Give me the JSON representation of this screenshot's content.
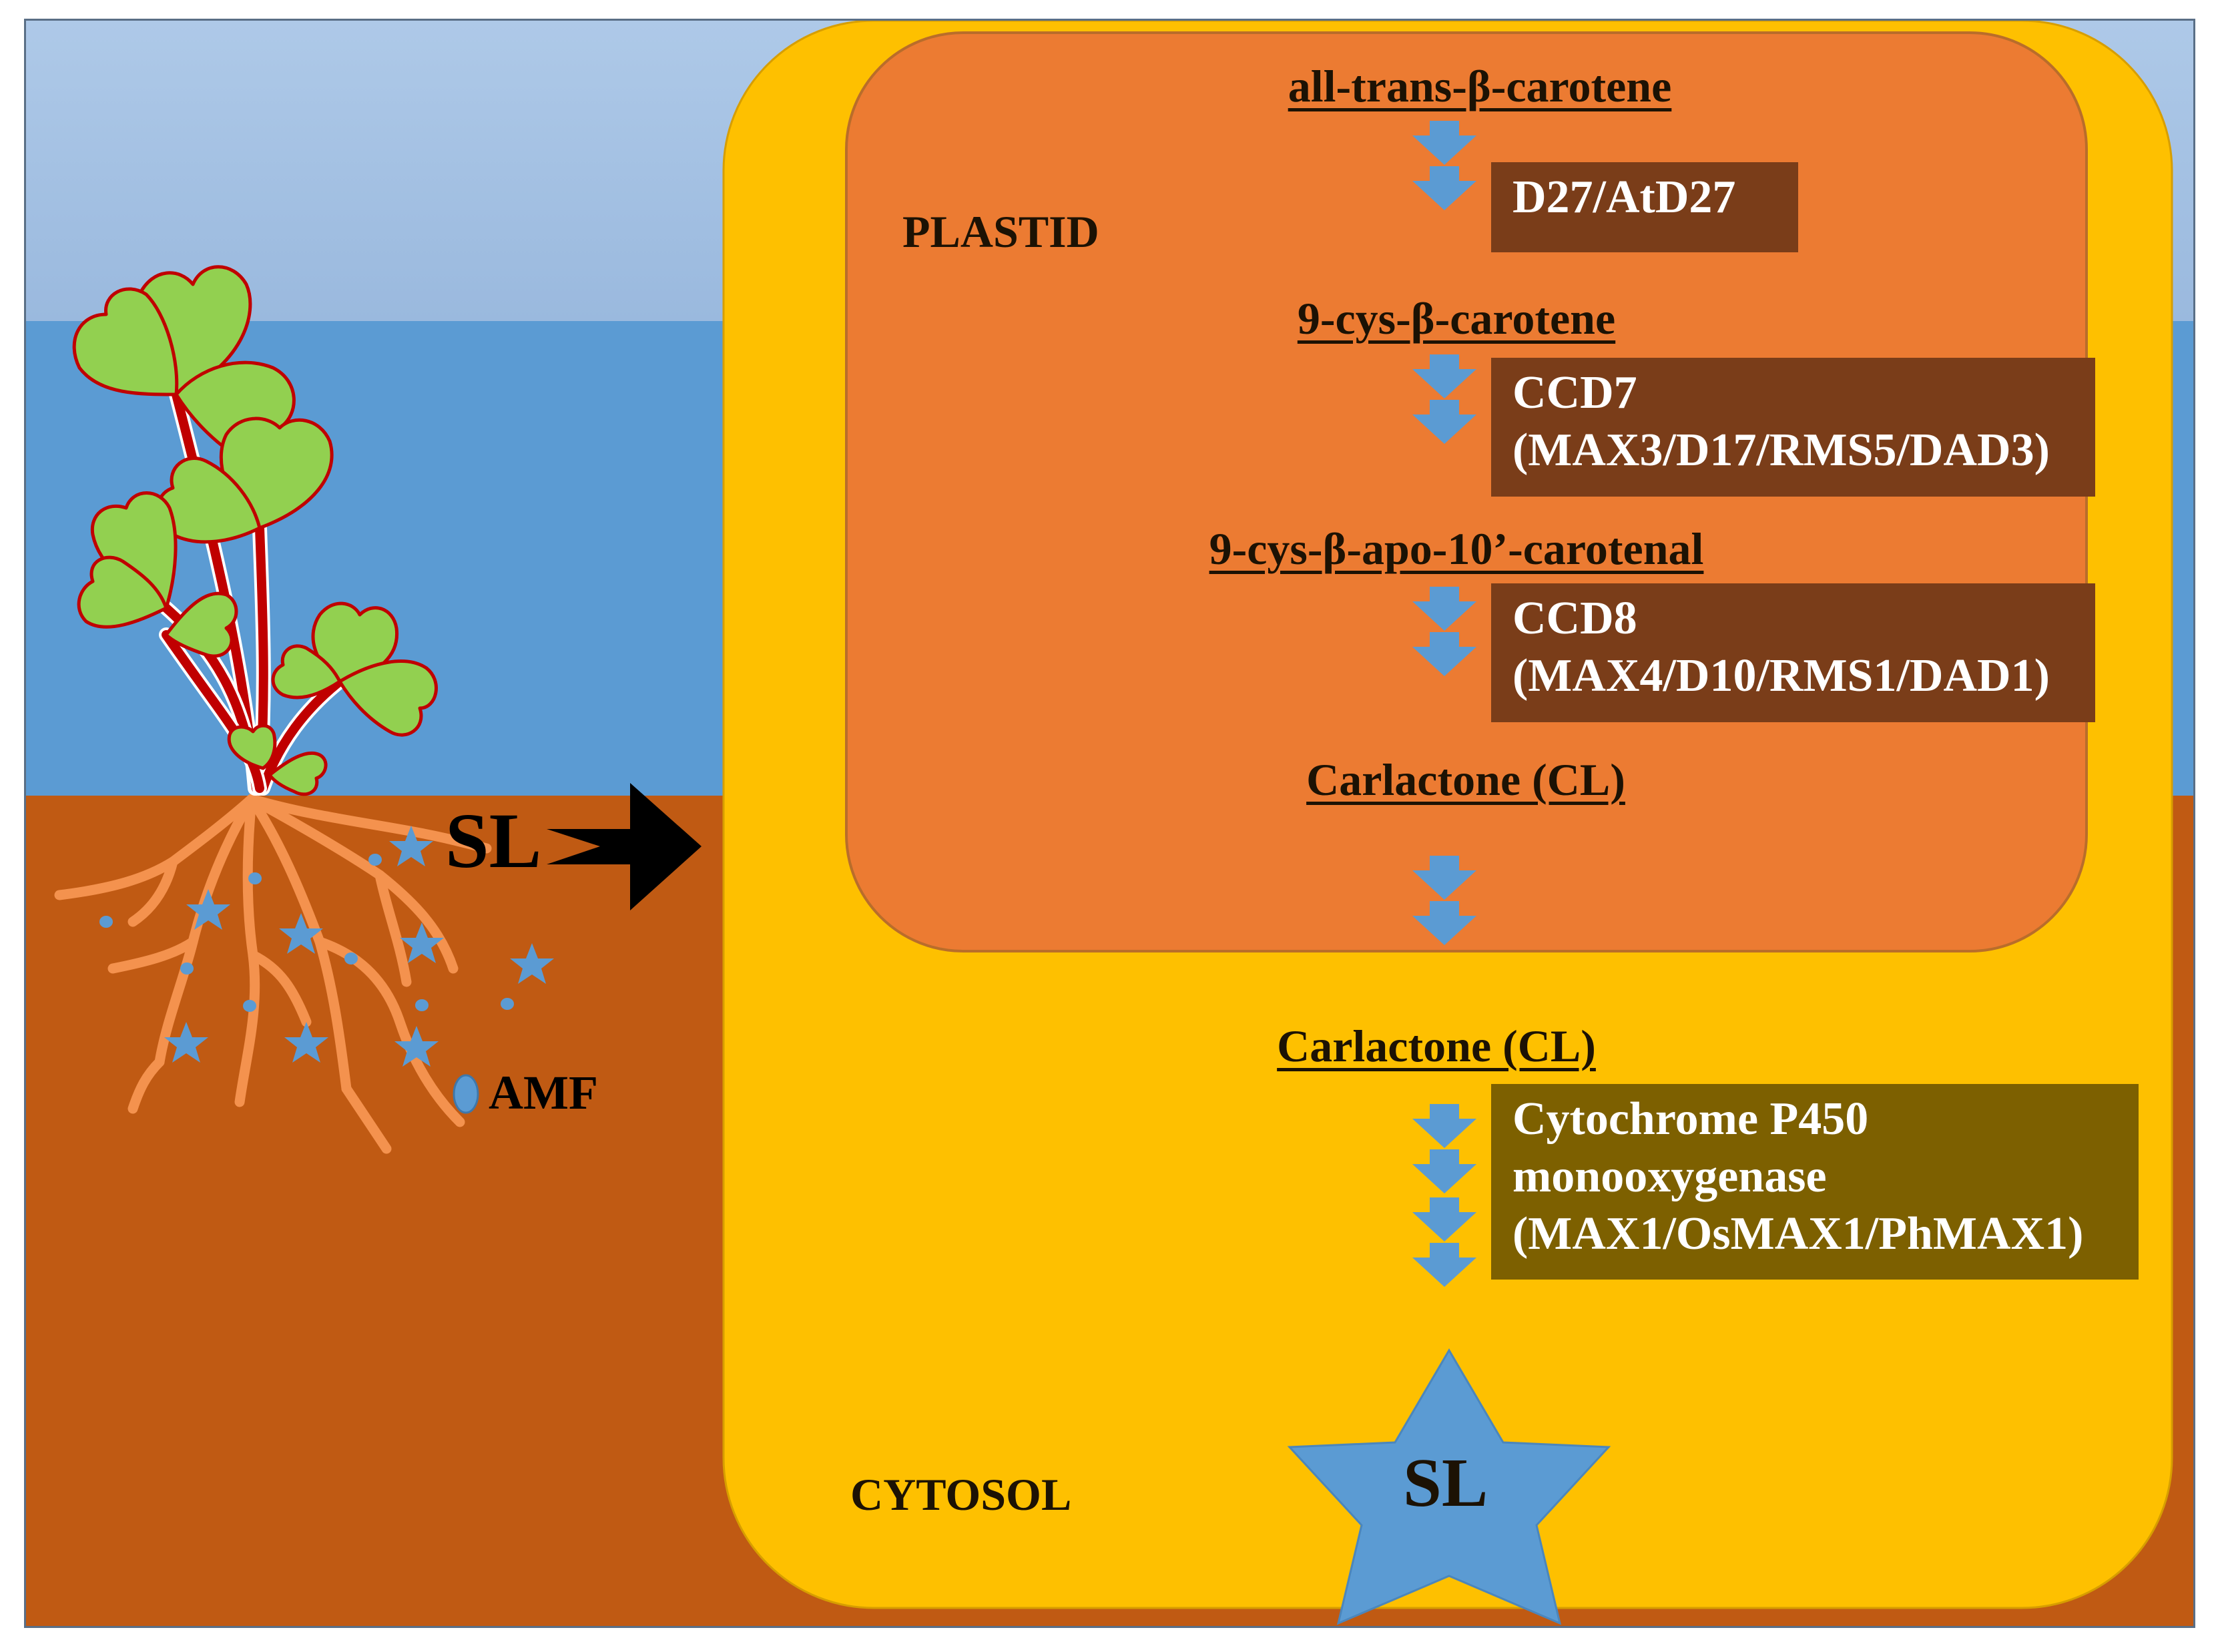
{
  "colors": {
    "sky_light": "#a7c3e4",
    "sky": "#5b9bd3",
    "soil": "#c05a13",
    "cytosol": "#fec000",
    "plastid": "#ec7b32",
    "enzyme_box": "#7a3d19",
    "p450_box": "#7d6000",
    "arrow": "#5b9bd3",
    "leaf": "#92d050",
    "leaf_edge": "#c00000",
    "root": "#f4924e",
    "sl_star": "#5b9bd3"
  },
  "regions": {
    "plastid": "PLASTID",
    "cytosol": "CYTOSOL"
  },
  "compounds": {
    "c1": "all-trans-β-carotene ",
    "c2": "9-cys-β-carotene",
    "c3": "9-cys-β-apo-10’-carotenal",
    "c4": "Carlactone (CL)",
    "c5": "Carlactone (CL)"
  },
  "enzymes": {
    "e1": "D27/AtD27",
    "e2": "CCD7\n(MAX3/D17/RMS5/DAD3)",
    "e3": "CCD8\n(MAX4/D10/RMS1/DAD1)",
    "e4": "Cytochrome P450\nmonooxygenase\n(MAX1/OsMAX1/PhMAX1)"
  },
  "labels": {
    "sl_soil": "SL",
    "amf": "AMF",
    "sl_product": "SL"
  }
}
